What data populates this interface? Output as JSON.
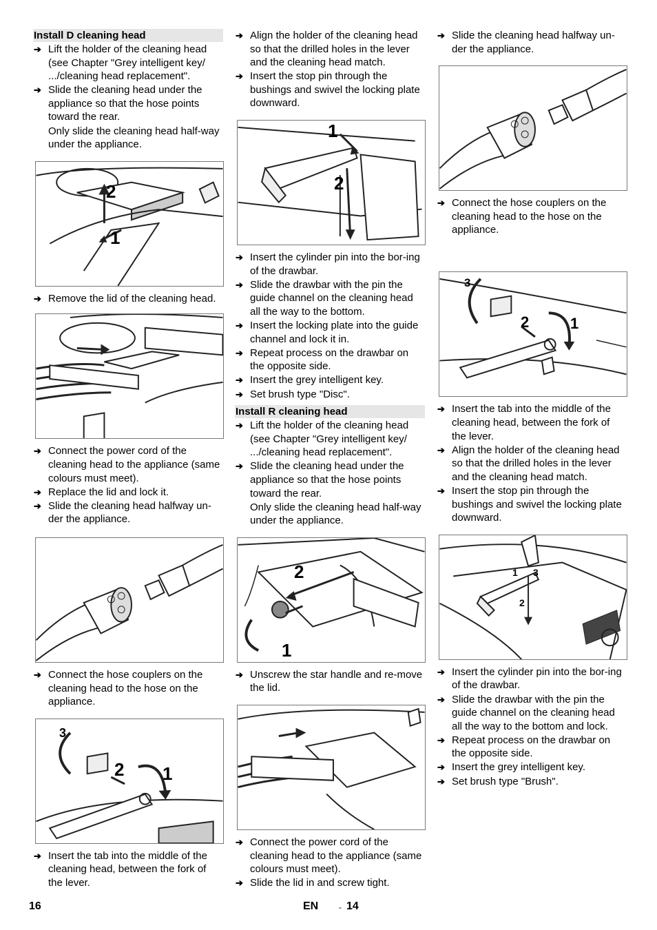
{
  "col1": {
    "heading": "Install D cleaning head",
    "steps_a": [
      "Lift the holder of the cleaning head (see Chapter \"Grey intelligent key/ .../cleaning head replacement\".",
      "Slide the cleaning head under the appliance so that the hose points toward the rear."
    ],
    "note_a": "Only slide the cleaning head half-way under the appliance.",
    "steps_b": [
      "Remove the lid of the cleaning head."
    ],
    "steps_c": [
      "Connect the power cord of the cleaning head to the appliance (same colours must meet).",
      "Replace the lid and lock it.",
      "Slide the cleaning head halfway un-der the appliance."
    ],
    "steps_d": [
      "Connect the hose couplers on the cleaning head to the hose on the appliance."
    ],
    "steps_e": [
      "Insert the tab into the middle of the cleaning head, between the fork of the lever."
    ]
  },
  "col2": {
    "steps_a": [
      "Align the holder of the cleaning head so that the drilled holes in the lever and the cleaning head match.",
      "Insert the stop pin through the bushings and swivel the locking plate downward."
    ],
    "steps_b": [
      "Insert the cylinder pin into the bor-ing of the drawbar.",
      "Slide the drawbar with the pin the guide channel on the cleaning head all the way to the bottom.",
      "Insert the locking plate into the guide channel and lock it in.",
      "Repeat process on the drawbar on the opposite side.",
      "Insert the grey intelligent key.",
      "Set brush type \"Disc\"."
    ],
    "heading": "Install R cleaning head",
    "steps_c": [
      "Lift the holder of the cleaning head (see Chapter \"Grey intelligent key/ .../cleaning head replacement\".",
      "Slide the cleaning head under the appliance so that the hose points toward the rear."
    ],
    "note_c": "Only slide the cleaning head half-way under the appliance.",
    "steps_d": [
      "Unscrew the star handle and re-move the lid."
    ],
    "steps_e": [
      "Connect the power cord of the cleaning head to the appliance (same colours must meet).",
      "Slide the lid in and screw tight."
    ]
  },
  "col3": {
    "steps_a": [
      "Slide the cleaning head halfway un-der the appliance."
    ],
    "steps_b": [
      "Connect the hose couplers on the cleaning head to the hose on the appliance."
    ],
    "steps_c": [
      "Insert the tab into the middle of the cleaning head, between the fork of the lever.",
      "Align the holder of the cleaning head so that the drilled holes in the lever and the cleaning head match.",
      "Insert the stop pin through the bushings and swivel the locking plate downward."
    ],
    "steps_d": [
      "Insert the cylinder pin into the bor-ing of the drawbar.",
      "Slide the drawbar with the pin the guide channel on the cleaning head all the way to the bottom and lock.",
      "Repeat process on the drawbar on the opposite side.",
      "Insert the grey intelligent key.",
      "Set brush type \"Brush\"."
    ]
  },
  "fig_labels": {
    "f1": [
      "2",
      "1"
    ],
    "f3": [
      "3",
      "2",
      "1"
    ],
    "f4": [
      "1",
      "2"
    ],
    "f5": [
      "2",
      "1"
    ],
    "f7": [
      "3",
      "2",
      "1"
    ],
    "f8": [
      "1",
      "3",
      "2"
    ]
  },
  "arrow_glyph": "➔",
  "footer": {
    "page": "16",
    "lang": "EN",
    "sep": "-",
    "subpage": "14"
  }
}
